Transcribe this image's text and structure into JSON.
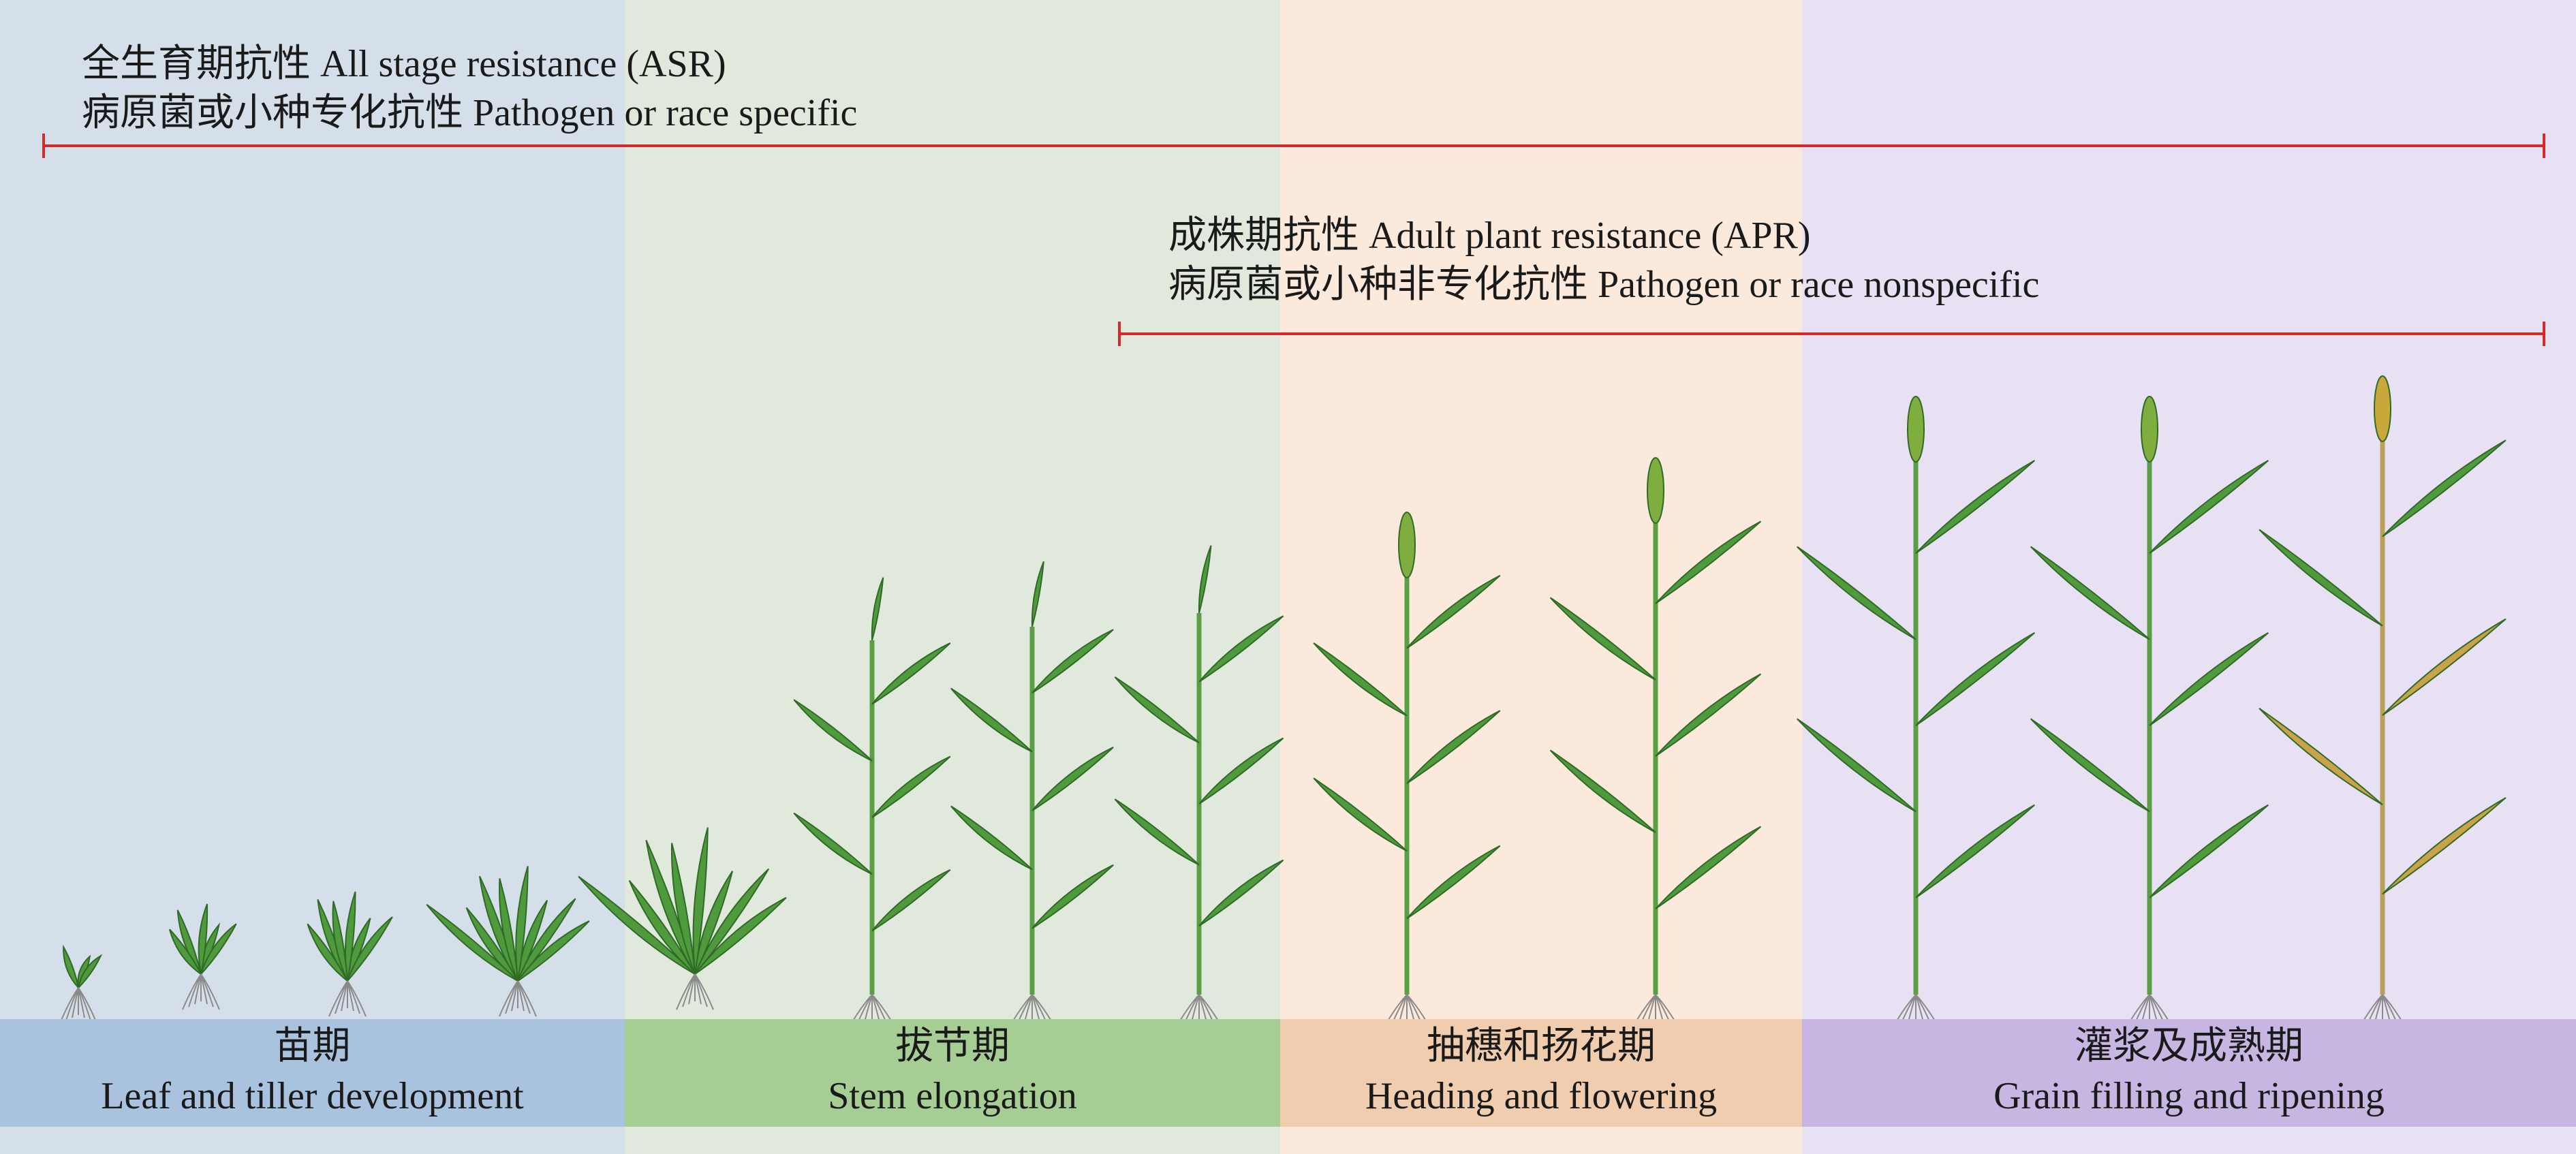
{
  "asr": {
    "line1": "全生育期抗性 All stage resistance (ASR)",
    "line2": "病原菌或小种专化抗性 Pathogen or race specific"
  },
  "apr": {
    "line1": "成株期抗性 Adult plant resistance (APR)",
    "line2": "病原菌或小种非专化抗性 Pathogen or race nonspecific"
  },
  "stages": [
    {
      "zh": "苗期",
      "en": "Leaf and tiller development"
    },
    {
      "zh": "拔节期",
      "en": "Stem elongation"
    },
    {
      "zh": "抽穗和扬花期",
      "en": "Heading and flowering"
    },
    {
      "zh": "灌浆及成熟期",
      "en": "Grain filling and ripening"
    }
  ],
  "colors": {
    "range_line": "#d42a2a",
    "leaf_green": "#4f9a3c",
    "leaf_dark": "#2f6b27",
    "leaf_yellow": "#c9a24a",
    "root": "#8a8a8a"
  }
}
